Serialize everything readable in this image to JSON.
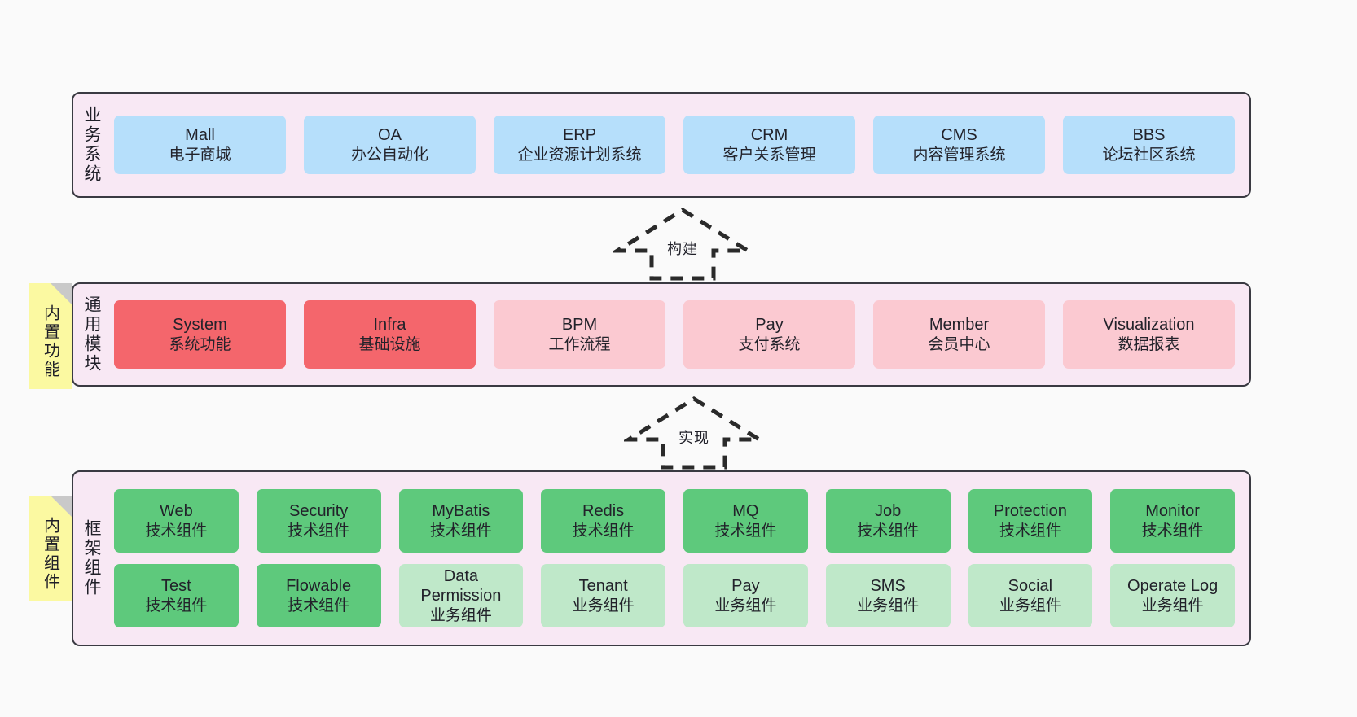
{
  "layers": [
    {
      "id": "business",
      "title": "业务系统",
      "rows": [
        {
          "boxes": [
            {
              "line1": "Mall",
              "line2": "电子商城",
              "style": "blue"
            },
            {
              "line1": "OA",
              "line2": "办公自动化",
              "style": "blue"
            },
            {
              "line1": "ERP",
              "line2": "企业资源计划系统",
              "style": "blue"
            },
            {
              "line1": "CRM",
              "line2": "客户关系管理",
              "style": "blue"
            },
            {
              "line1": "CMS",
              "line2": "内容管理系统",
              "style": "blue"
            },
            {
              "line1": "BBS",
              "line2": "论坛社区系统",
              "style": "blue"
            }
          ]
        }
      ]
    },
    {
      "id": "common",
      "title": "通用模块",
      "note": "内置功能",
      "rows": [
        {
          "boxes": [
            {
              "line1": "System",
              "line2": "系统功能",
              "style": "red"
            },
            {
              "line1": "Infra",
              "line2": "基础设施",
              "style": "red"
            },
            {
              "line1": "BPM",
              "line2": "工作流程",
              "style": "pink"
            },
            {
              "line1": "Pay",
              "line2": "支付系统",
              "style": "pink"
            },
            {
              "line1": "Member",
              "line2": "会员中心",
              "style": "pink"
            },
            {
              "line1": "Visualization",
              "line2": "数据报表",
              "style": "pink"
            }
          ]
        }
      ]
    },
    {
      "id": "framework",
      "title": "框架组件",
      "note": "内置组件",
      "rows": [
        {
          "boxes": [
            {
              "line1": "Web",
              "line2": "技术组件",
              "style": "green"
            },
            {
              "line1": "Security",
              "line2": "技术组件",
              "style": "green"
            },
            {
              "line1": "MyBatis",
              "line2": "技术组件",
              "style": "green"
            },
            {
              "line1": "Redis",
              "line2": "技术组件",
              "style": "green"
            },
            {
              "line1": "MQ",
              "line2": "技术组件",
              "style": "green"
            },
            {
              "line1": "Job",
              "line2": "技术组件",
              "style": "green"
            },
            {
              "line1": "Protection",
              "line2": "技术组件",
              "style": "green"
            },
            {
              "line1": "Monitor",
              "line2": "技术组件",
              "style": "green"
            }
          ]
        },
        {
          "boxes": [
            {
              "line1": "Test",
              "line2": "技术组件",
              "style": "green"
            },
            {
              "line1": "Flowable",
              "line2": "技术组件",
              "style": "green"
            },
            {
              "line1": "Data",
              "line2": "Permission",
              "line3": "业务组件",
              "style": "lightgreen"
            },
            {
              "line1": "Tenant",
              "line2": "业务组件",
              "style": "lightgreen"
            },
            {
              "line1": "Pay",
              "line2": "业务组件",
              "style": "lightgreen"
            },
            {
              "line1": "SMS",
              "line2": "业务组件",
              "style": "lightgreen"
            },
            {
              "line1": "Social",
              "line2": "业务组件",
              "style": "lightgreen"
            },
            {
              "line1": "Operate Log",
              "line2": "业务组件",
              "style": "lightgreen"
            }
          ]
        }
      ]
    }
  ],
  "arrows": [
    {
      "id": "build",
      "label": "构建"
    },
    {
      "id": "impl",
      "label": "实现"
    }
  ],
  "colors": {
    "background": "#fafafa",
    "layer_bg": "#f8e8f4",
    "layer_border": "#3a3a42",
    "blue": "#b6dffb",
    "red": "#f4666c",
    "pink": "#fbc9d1",
    "green": "#5ec97c",
    "lightgreen": "#bfe8c9",
    "note_yellow": "#fbf9a1",
    "note_fold": "#c9c9c9",
    "text": "#22222a"
  }
}
